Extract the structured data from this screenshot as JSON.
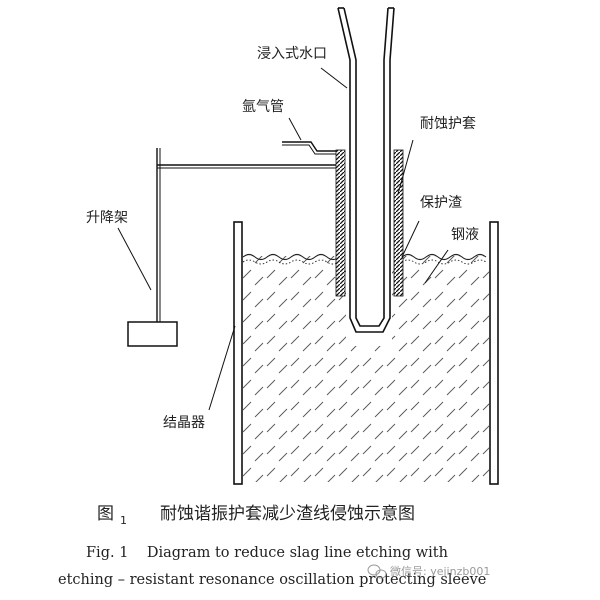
{
  "labels": {
    "nozzle": "浸入式水口",
    "argon_pipe": "氩气管",
    "sleeve": "耐蚀护套",
    "slag": "保护渣",
    "steel": "钢液",
    "lift": "升降架",
    "mold": "结晶器"
  },
  "caption": {
    "cn_prefix": "图",
    "cn_number": "1",
    "cn_title": "耐蚀谐振护套减少渣线侵蚀示意图",
    "en_line1": "Fig. 1    Diagram to reduce slag line etching with",
    "en_line2": "etching – resistant resonance oscillation protecting sleeve"
  },
  "watermark": {
    "text": "微信号: yejinzb001",
    "icon": "wechat-icon"
  }
}
